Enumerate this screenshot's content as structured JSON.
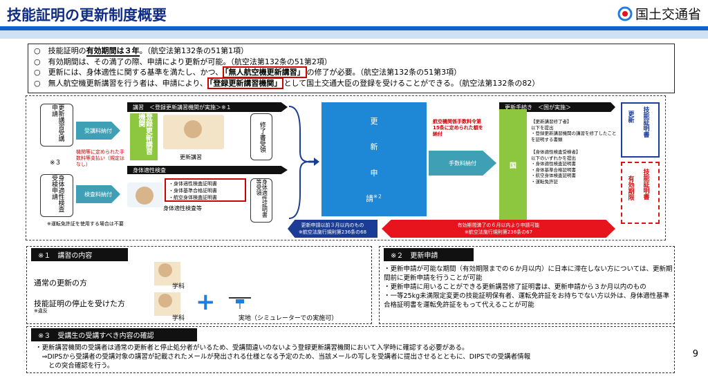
{
  "header": {
    "title": "技能証明の更新制度概要",
    "org": "国土交通省"
  },
  "bullets": [
    {
      "pre": "○　技能証明の",
      "em": "有効期間は３年",
      "post": "。（航空法第132条の51第1項）"
    },
    {
      "pre": "○　有効期間は、その満了の際、申請により更新が可能。（航空法第132条の51第2項）",
      "em": "",
      "post": ""
    },
    {
      "pre": "○　更新には、身体適性に関する基準を満たし、かつ、",
      "em": "「無人航空機更新講習」",
      "post": "の修了が必要。（航空法第132条の51第3項）"
    },
    {
      "pre": "○　無人航空機更新講習を行う者は、申請により、",
      "em": "「登録更新講習機関」",
      "post": "として国土交通大臣の登録を受けることができる。（航空法第132条の82）"
    }
  ],
  "flow": {
    "left_top": "更新講習受講申請",
    "left_bottom": "身体適性検査受検申請",
    "note_ast": "※３",
    "pay1": "受講料納付",
    "pay2": "検査料納付",
    "org_fee": "機関等に定められた手数料等支払い（規定はなし）",
    "bar1": "講習　＜登録更新講習機関が実施＞※１",
    "green_org": "登録更新講習機関",
    "caption_lecture": "更新講習",
    "cert1": "修了書受領",
    "bar2": "身体適性検査",
    "red_list": [
      "・身体適性検査証明書",
      "・身体基準合格証明書",
      "・航空身体検査証明書"
    ],
    "caption_exam": "身体適性検査等",
    "cert2": "身体適性証明書等受領",
    "license_note": "※運転免許証を使用する場合は不要",
    "blue_chars": [
      "更",
      "新",
      "申",
      "請"
    ],
    "blue_note": "※２",
    "fee_note": "航空機関係手数料令第15条に定められた額を納付",
    "fee_arrow": "手数料納付",
    "green2": "国",
    "bar3": "更新手続き　＜国が実施＞",
    "side_lines": [
      "【更新講習修了者】",
      "以下を提出",
      "・登録更新講習機関の講習を修了したことを証明する書類",
      "【身体適性検査受検者】",
      "以下のいずれかを提出",
      "・身体適性検査証明書",
      "・身体基準合格証明書",
      "・航空身体検査証明書",
      "・運転免許証"
    ],
    "renew_new": "更新",
    "renew_cert": "技能証明書",
    "valid_label": "有効期限",
    "valid_cert": "技能証明書",
    "blue_bar1": "更新申請以前３月以内のもの",
    "blue_bar2": "※航空法施行規則第236条の68",
    "red_bar1": "有効期間満了の６月以内より申請可能",
    "red_bar2": "※航空法施行規則第236条の67"
  },
  "panel1": {
    "title": "※１　講習の内容",
    "row1": "通常の更新の方",
    "row1_tag": "学科",
    "row2": "技能証明の停止を受けた方",
    "row2_sub": "※違反",
    "row2_tag": "学科",
    "row2_practical": "実地（シミュレーターでの実施可）"
  },
  "panel2": {
    "title": "※２　更新申請",
    "lines": [
      "・更新申請が可能な期間（有効期限までの６か月以内）に日本に滞在しない方については、更新期間前に更新申請を行うことが可能",
      "・更新申請に用いることができる更新講習修了証明書は、更新申請から３か月以内のもの",
      "・一等25kg未満限定変更の技能証明保有者、運転免許証をお持ちでない方以外は、身体適性基準合格証明書を運転免許証をもって代えることが可能"
    ]
  },
  "panel3": {
    "title": "※３　受講生の受講すべき内容の確認",
    "lines": [
      "・更新講習機関の受講者は通常の更新者と停止処分者がいるため、受講間違いのないよう登録更新講習機関において入学時に確認する必要がある。",
      "　⇒DIPSから受講者の受講対象の講習が記載されたメールが発出される仕様となる予定のため、当該メールの写しを受講者に提出させるとともに、DIPSでの受講者情報",
      "　　との突合確認を行う。"
    ]
  },
  "page": "9",
  "colors": {
    "title": "#0f2d84",
    "accent": "#0f62c7",
    "green": "#8dc63f",
    "teal": "#3f9fb5",
    "red": "#e8141d",
    "navy": "#1a3c94"
  }
}
